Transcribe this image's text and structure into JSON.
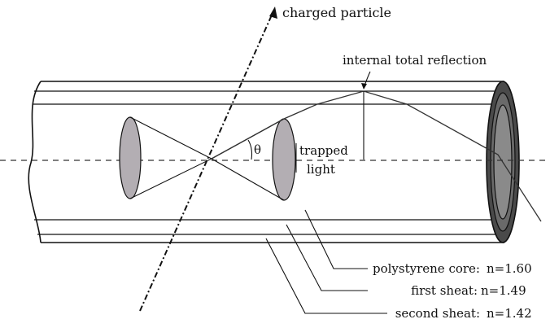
{
  "labels": {
    "charged_particle": "charged particle",
    "internal_reflection": "internal total reflection",
    "theta": "θ",
    "trapped_line1": "trapped",
    "trapped_line2": "light",
    "core_name": "polystyrene core:",
    "core_index": "n=1.60",
    "first_sheat_name": "first sheat:",
    "first_sheat_index": "n=1.49",
    "second_sheat_name": "second sheat:",
    "second_sheat_index": "n=1.42"
  },
  "colors": {
    "ink": "#111111",
    "cone_fill": "#b3aeb3",
    "end_ring": "#4a4a4a",
    "end_core": "#8a8a8a"
  }
}
